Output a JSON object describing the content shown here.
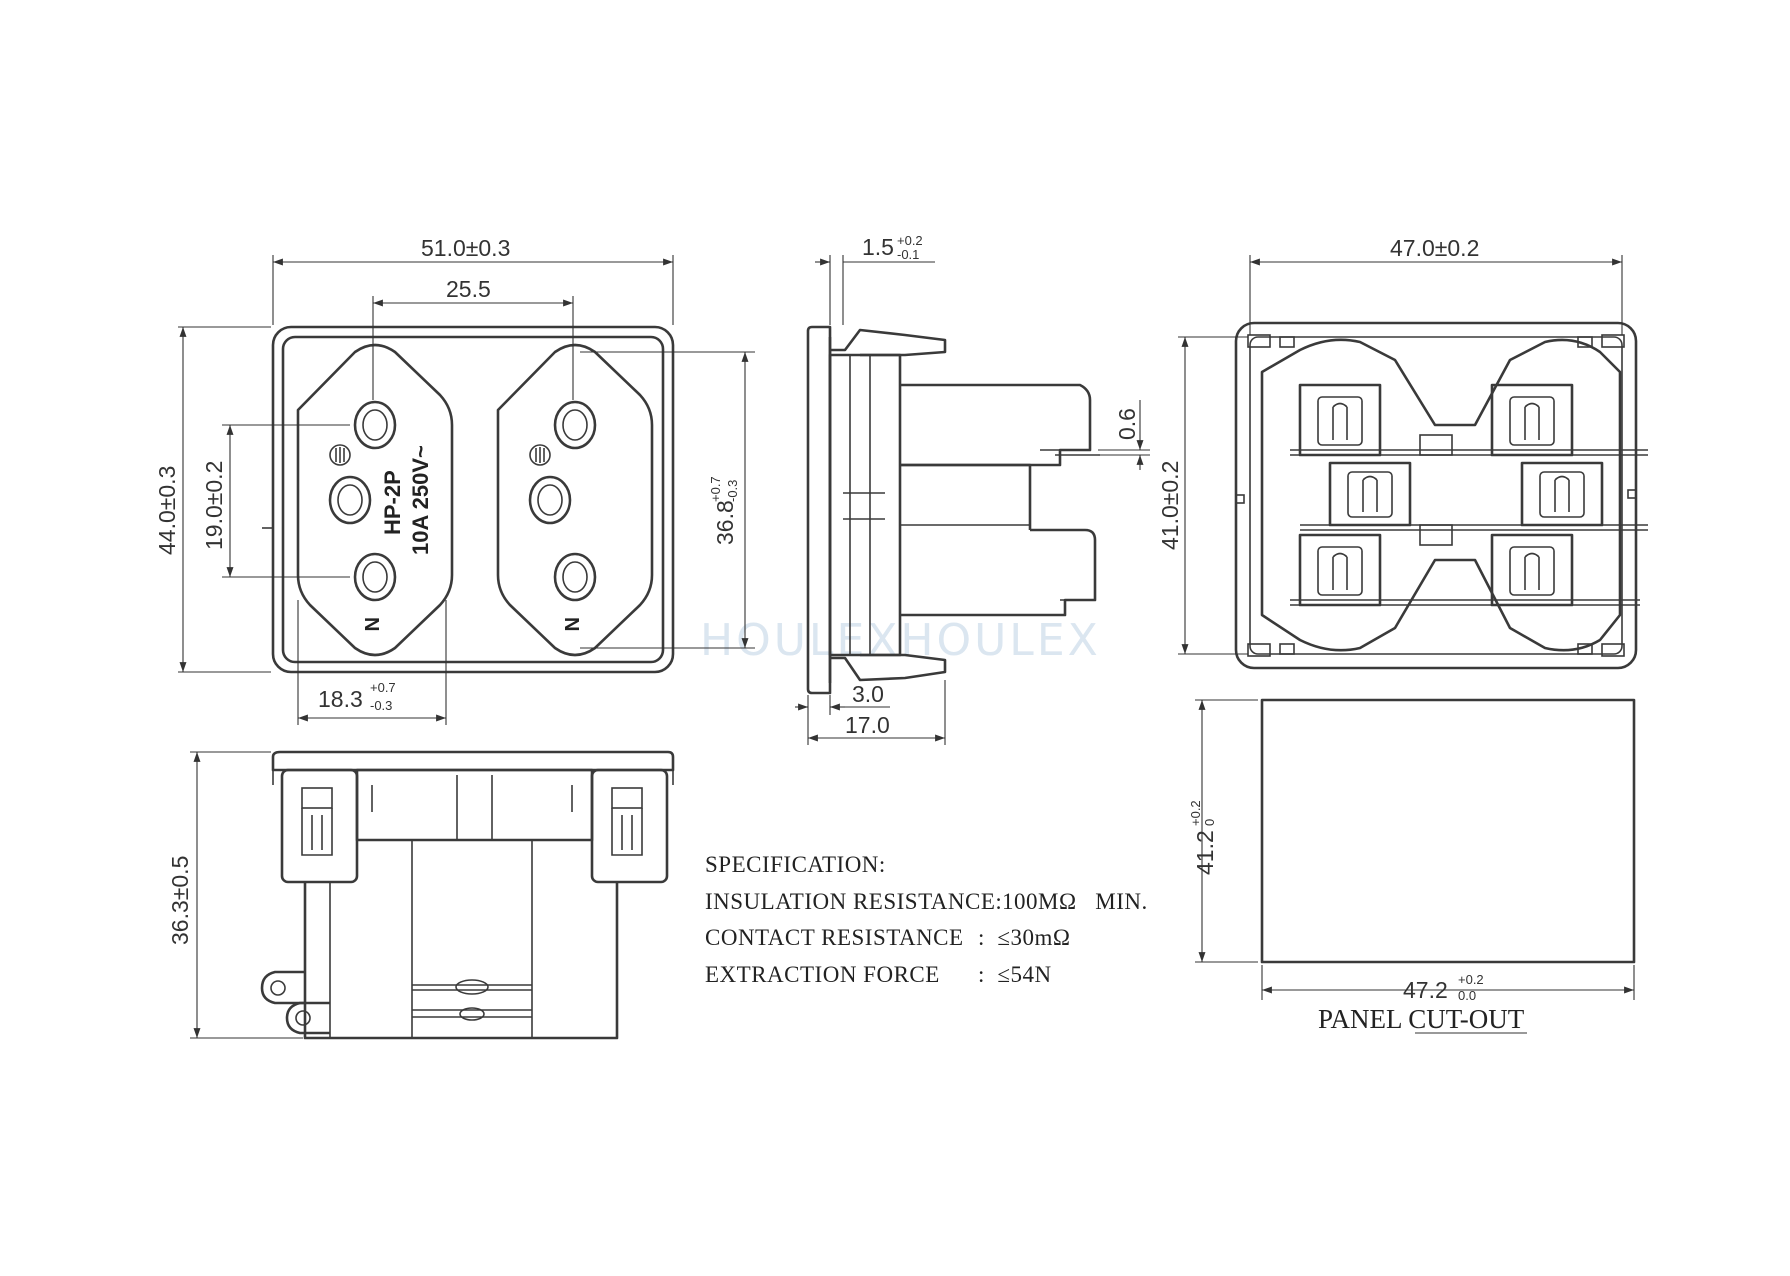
{
  "dimensions": {
    "front_width": "51.0±0.3",
    "socket_pitch": "25.5",
    "front_height": "44.0±0.3",
    "pin_spacing": "19.0±0.2",
    "socket_height_main": "36.8",
    "socket_height_tol_up": "+0.7",
    "socket_height_tol_down": "-0.3",
    "socket_width_main": "18.3",
    "socket_width_tol_up": "+0.7",
    "socket_width_tol_down": "-0.3",
    "flange_thickness_main": "1.5",
    "flange_thickness_tol_up": "+0.2",
    "flange_thickness_tol_down": "-0.1",
    "terminal_thickness": "0.6",
    "side_step": "3.0",
    "side_depth": "17.0",
    "rear_width": "47.0±0.2",
    "rear_height": "41.0±0.2",
    "bottom_height": "36.3±0.5",
    "cutout_height_main": "41.2",
    "cutout_height_tol_up": "+0.2",
    "cutout_height_tol_down": "0",
    "cutout_width_main": "47.2",
    "cutout_width_tol_up": "+0.2",
    "cutout_width_tol_down": "0.0"
  },
  "socket_marking": {
    "model": "HP-2P",
    "rating": "10A 250V~",
    "neutral_left": "N",
    "neutral_right": "N"
  },
  "specification": {
    "heading": "SPECIFICATION:",
    "rows": [
      {
        "label": "INSULATION RESISTANCE:",
        "value": "100MΩ   MIN."
      },
      {
        "label": "CONTACT RESISTANCE",
        "value": ":  ≤30mΩ"
      },
      {
        "label": "EXTRACTION FORCE",
        "value": ":  ≤54N"
      }
    ]
  },
  "panel_cutout_title": "PANEL CUT-OUT",
  "watermark": "HOULEXHOULEX"
}
